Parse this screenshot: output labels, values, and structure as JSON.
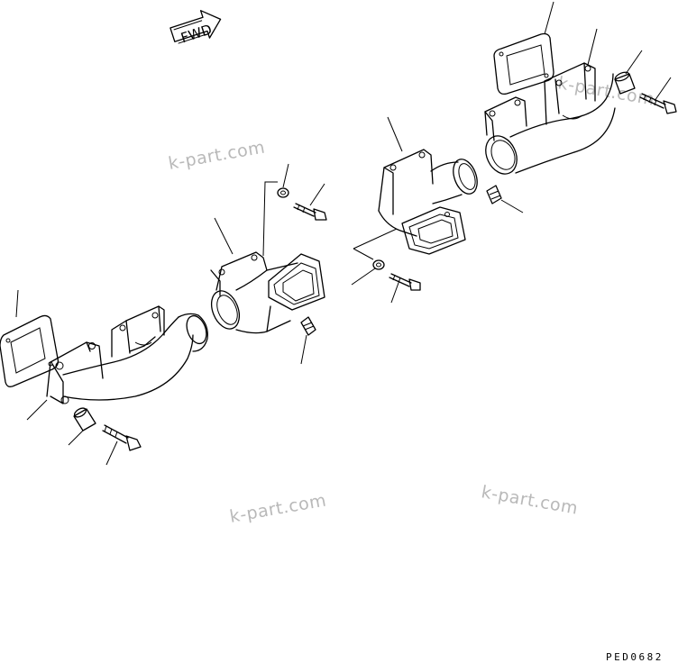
{
  "diagram": {
    "direction_label": "FWD",
    "watermark_text": "k-part.com",
    "drawing_code": "PED0682",
    "icons": {
      "direction_arrow": "fwd-arrow-icon"
    },
    "colors": {
      "line": "#000000",
      "watermark": "#b9b9b9",
      "background": "#ffffff"
    }
  }
}
